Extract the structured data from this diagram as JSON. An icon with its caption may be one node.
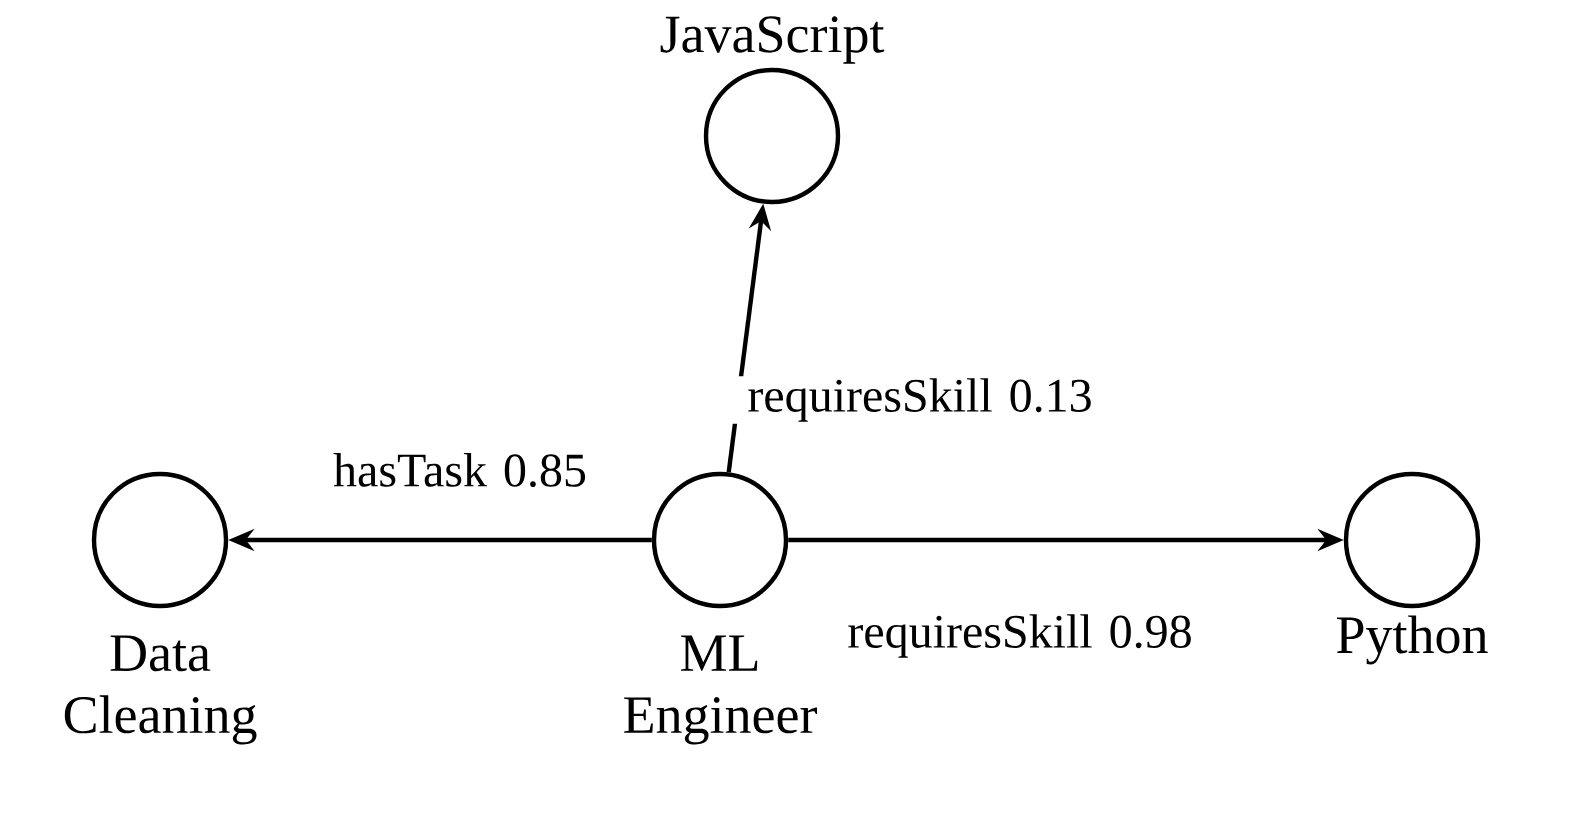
{
  "diagram": {
    "nodes": [
      {
        "text": [
          "ML Engineer"
        ]
      },
      {
        "text": [
          "JavaScript"
        ]
      },
      {
        "text": [
          "Data Cleaning"
        ]
      },
      {
        "text": [
          "Python"
        ]
      }
    ],
    "edges": [
      {
        "from": 0,
        "to": 1,
        "arrow": "to",
        "label": "requiresSkill 0.13"
      },
      {
        "from": 0,
        "to": 2,
        "arrow": "to",
        "label": "hasTask 0.85"
      },
      {
        "from": 0,
        "to": 3,
        "arrow": "to",
        "label": "requiresSkill 0.98"
      }
    ]
  }
}
